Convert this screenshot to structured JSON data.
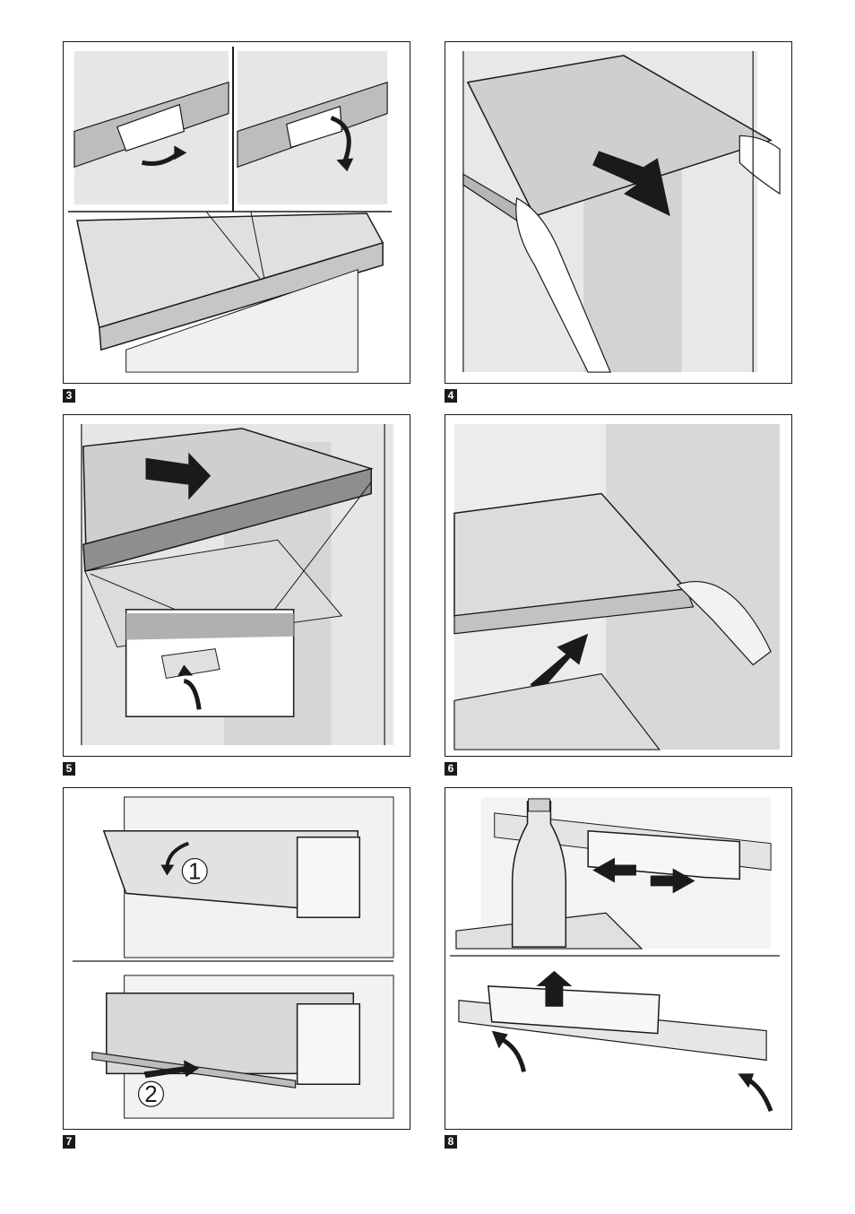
{
  "figures": [
    {
      "label": "3"
    },
    {
      "label": "4"
    },
    {
      "label": "5"
    },
    {
      "label": "6"
    },
    {
      "label": "7",
      "steps": [
        "1",
        "2"
      ]
    },
    {
      "label": "8"
    }
  ],
  "colors": {
    "outline": "#1a1a1a",
    "shelf_gray": "#c8c8c8",
    "wall_gray": "#e4e4e4",
    "arrow": "#1a1a1a",
    "label_bg": "#1a1a1a",
    "label_text": "#ffffff"
  },
  "icons": [
    "curved-arrow-icon",
    "straight-arrow-icon",
    "double-arrow-icon",
    "up-arrow-icon",
    "zoom-callout-icon"
  ]
}
